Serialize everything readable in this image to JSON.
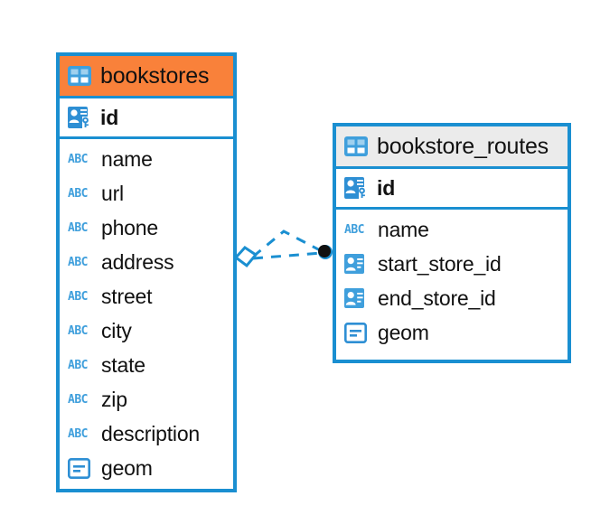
{
  "diagram": {
    "type": "entity-relationship-diagram",
    "colors": {
      "border": "#1a8fd1",
      "header_highlight": "#f9813a",
      "header_default": "#ebebeb",
      "icon_blue": "#3f9fdc",
      "connector": "#1a8fd1",
      "connector_endpoint": "#111111"
    }
  },
  "entities": [
    {
      "name": "bookstores",
      "header_style": "orange",
      "table_icon": "table-icon",
      "primary_key": {
        "label": "id",
        "icon": "primary-key-icon"
      },
      "columns": [
        {
          "label": "name",
          "icon": "text-field-icon"
        },
        {
          "label": "url",
          "icon": "text-field-icon"
        },
        {
          "label": "phone",
          "icon": "text-field-icon"
        },
        {
          "label": "address",
          "icon": "text-field-icon"
        },
        {
          "label": "street",
          "icon": "text-field-icon"
        },
        {
          "label": "city",
          "icon": "text-field-icon"
        },
        {
          "label": "state",
          "icon": "text-field-icon"
        },
        {
          "label": "zip",
          "icon": "text-field-icon"
        },
        {
          "label": "description",
          "icon": "text-field-icon"
        },
        {
          "label": "geom",
          "icon": "geometry-field-icon"
        }
      ]
    },
    {
      "name": "bookstore_routes",
      "header_style": "grey",
      "table_icon": "table-icon",
      "primary_key": {
        "label": "id",
        "icon": "primary-key-icon"
      },
      "columns": [
        {
          "label": "name",
          "icon": "text-field-icon"
        },
        {
          "label": "start_store_id",
          "icon": "foreign-key-icon"
        },
        {
          "label": "end_store_id",
          "icon": "foreign-key-icon"
        },
        {
          "label": "geom",
          "icon": "geometry-field-icon"
        }
      ]
    }
  ],
  "relationship": {
    "source_entity": "bookstores",
    "target_entity": "bookstore_routes",
    "line_style": "dashed",
    "source_endpoint": "diamond-endpoint",
    "target_endpoint": "filled-circle-endpoint"
  },
  "icon_glyphs": {
    "text_field_label": "ABC"
  }
}
